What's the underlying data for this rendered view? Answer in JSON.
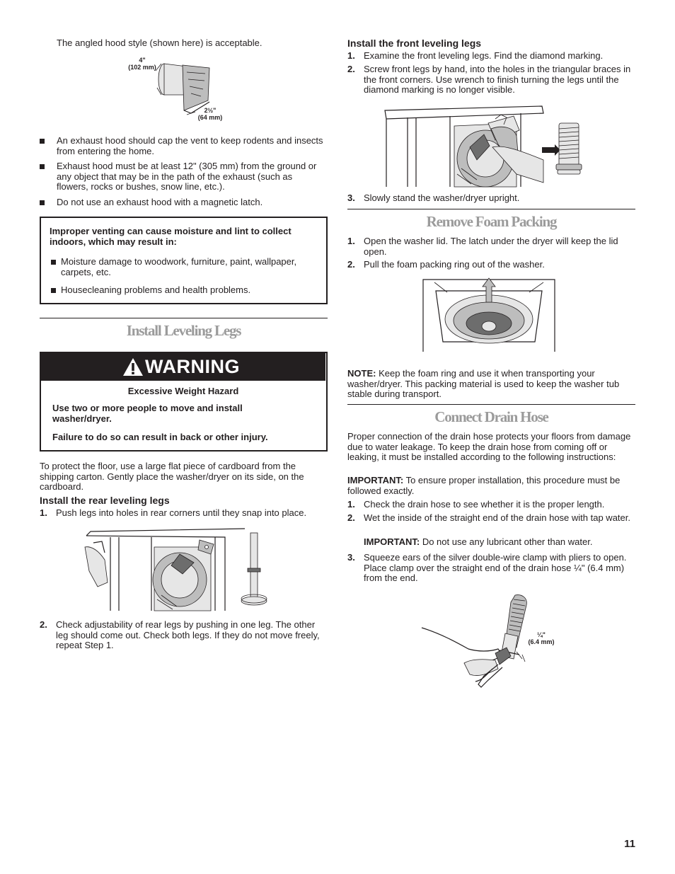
{
  "left": {
    "hood_caption": "The angled hood style (shown here) is acceptable.",
    "hood_dim_top": "4\"",
    "hood_dim_top_mm": "(102 mm)",
    "hood_dim_bottom": "2½\"",
    "hood_dim_bottom_mm": "(64 mm)",
    "bullets": [
      "An exhaust hood should cap the vent to keep rodents and insects from entering the home.",
      "Exhaust hood must be at least 12\" (305 mm) from the ground or any object that may be in the path of the exhaust (such as flowers, rocks or bushes, snow line, etc.).",
      "Do not use an exhaust hood with a magnetic latch."
    ],
    "venting_box": {
      "intro": "Improper venting can cause moisture and lint to collect indoors, which may result in:",
      "items": [
        "Moisture damage to woodwork, furniture, paint, wallpaper, carpets, etc.",
        "Housecleaning problems and health problems."
      ]
    },
    "section_title": "Install Leveling Legs",
    "warning": {
      "label": "WARNING",
      "hazard": "Excessive Weight Hazard",
      "line1": "Use two or more people to move and install washer/dryer.",
      "line2": "Failure to do so can result in back or other injury."
    },
    "protect_para": "To protect the floor, use a large flat piece of cardboard from the shipping carton. Gently place the washer/dryer on its side, on the cardboard.",
    "rear_heading": "Install the rear leveling legs",
    "rear_steps": [
      {
        "num": "1.",
        "text": "Push legs into holes in rear corners until they snap into place."
      },
      {
        "num": "2.",
        "text": "Check adjustability of rear legs by pushing in one leg. The other leg should come out. Check both legs. If they do not move freely, repeat Step 1."
      }
    ]
  },
  "right": {
    "front_heading": "Install the front leveling legs",
    "front_steps": [
      {
        "num": "1.",
        "text": "Examine the front leveling legs. Find the diamond marking."
      },
      {
        "num": "2.",
        "text": "Screw front legs by hand, into the holes in the triangular braces in the front corners. Use wrench to finish turning the legs until the diamond marking is no longer visible."
      },
      {
        "num": "3.",
        "text": "Slowly stand the washer/dryer upright."
      }
    ],
    "foam_title": "Remove Foam Packing",
    "foam_steps": [
      {
        "num": "1.",
        "text": "Open the washer lid. The latch under the dryer will keep the lid open."
      },
      {
        "num": "2.",
        "text": "Pull the foam packing ring out of the washer."
      }
    ],
    "note_label": "NOTE:",
    "note_text": " Keep the foam ring and use it when transporting your washer/dryer. This packing material is used to keep the washer tub stable during transport.",
    "drain_title": "Connect Drain Hose",
    "drain_para": "Proper connection of the drain hose protects your floors from damage due to water leakage. To keep the drain hose from coming off or leaking, it must be installed according to the following instructions:",
    "important_label": "IMPORTANT:",
    "important_text": " To ensure proper installation, this procedure must be followed exactly.",
    "drain_steps": [
      {
        "num": "1.",
        "text": "Check the drain hose to see whether it is the proper length."
      },
      {
        "num": "2.",
        "text": "Wet the inside of the straight end of the drain hose with tap water."
      },
      {
        "num": "3.",
        "text": "Squeeze ears of the silver double-wire clamp with pliers to open. Place clamp over the straight end of the drain hose ¼\" (6.4 mm) from the end."
      }
    ],
    "step2_important_label": "IMPORTANT:",
    "step2_important_text": " Do not use any lubricant other than water.",
    "clamp_dim": "¼\"",
    "clamp_dim_mm": "(6.4 mm)"
  },
  "page_number": "11"
}
